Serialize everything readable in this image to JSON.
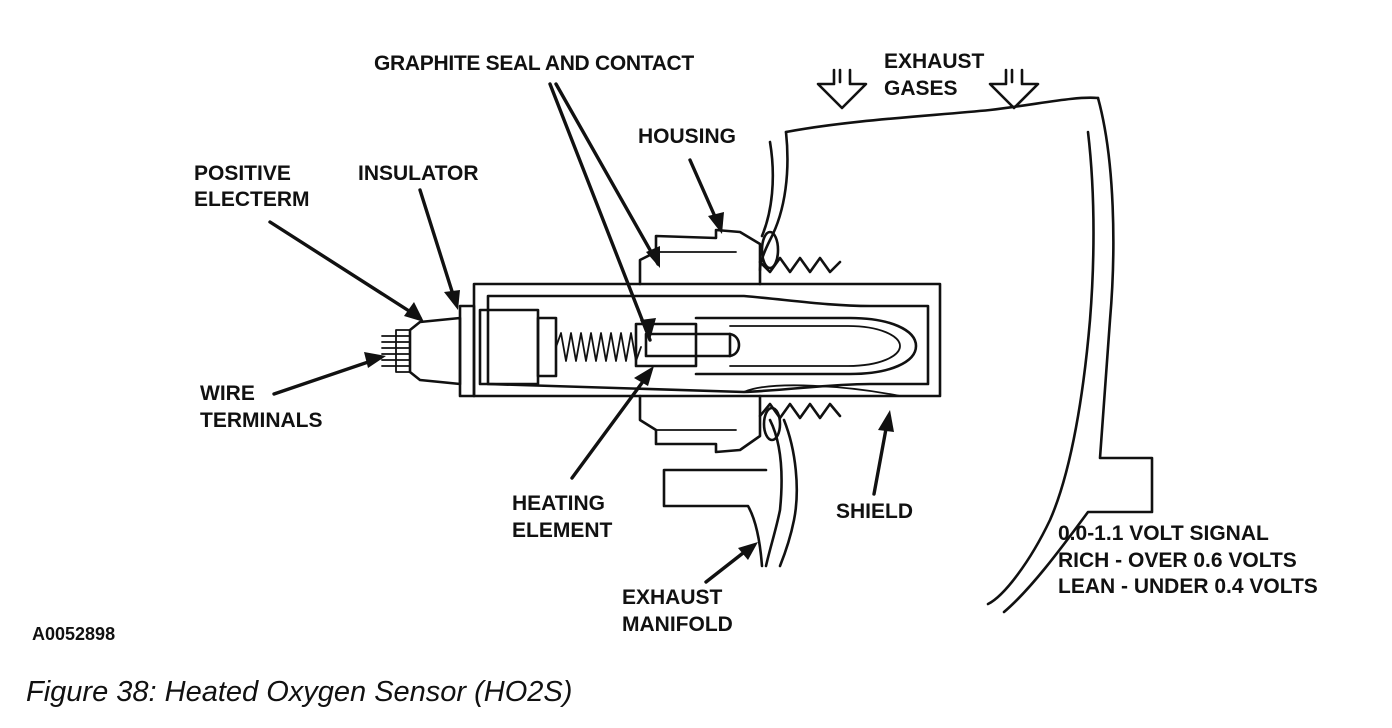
{
  "labels": {
    "graphite_seal": "GRAPHITE SEAL AND CONTACT",
    "exhaust_gases_1": "EXHAUST",
    "exhaust_gases_2": "GASES",
    "housing": "HOUSING",
    "positive_1": "POSITIVE",
    "positive_2": "ELECTERM",
    "insulator": "INSULATOR",
    "wire_1": "WIRE",
    "wire_2": "TERMINALS",
    "heating_1": "HEATING",
    "heating_2": "ELEMENT",
    "shield": "SHIELD",
    "signal_1": "0.0-1.1 VOLT SIGNAL",
    "signal_2": "RICH - OVER 0.6 VOLTS",
    "signal_3": "LEAN - UNDER 0.4 VOLTS",
    "manifold_1": "EXHAUST",
    "manifold_2": "MANIFOLD"
  },
  "figure_code": "A0052898",
  "caption": "Figure 38: Heated Oxygen Sensor (HO2S)",
  "colors": {
    "ink": "#111111",
    "background": "#ffffff"
  }
}
